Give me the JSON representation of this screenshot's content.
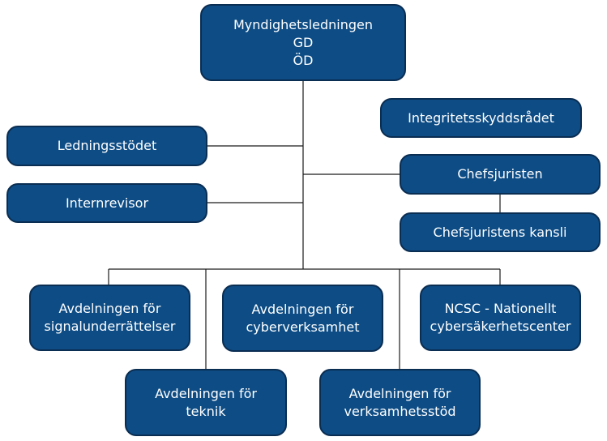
{
  "units": {
    "leadership": {
      "lines": [
        "Myndighetsledningen",
        "GD",
        "ÖD"
      ]
    },
    "integrity_council": {
      "lines": [
        "Integritetsskyddsrådet"
      ]
    },
    "management_support": {
      "lines": [
        "Ledningsstödet"
      ]
    },
    "chief_legal_counsel": {
      "lines": [
        "Chefsjuristen"
      ]
    },
    "internal_auditor": {
      "lines": [
        "Internrevisor"
      ]
    },
    "legal_office": {
      "lines": [
        "Chefsjuristens kansli"
      ]
    },
    "signals_intelligence": {
      "lines": [
        "Avdelningen för",
        "signalunderrättelser"
      ]
    },
    "cyber_operations": {
      "lines": [
        "Avdelningen för",
        "cyberverksamhet"
      ]
    },
    "ncsc": {
      "lines": [
        "NCSC - Nationellt",
        "cybersäkerhetscenter"
      ]
    },
    "technology": {
      "lines": [
        "Avdelningen för",
        "teknik"
      ]
    },
    "operations_support": {
      "lines": [
        "Avdelningen för",
        "verksamhetsstöd"
      ]
    }
  },
  "colors": {
    "box_fill": "#0d4c85",
    "box_border": "#0a2d52",
    "box_text": "#ffffff",
    "connector": "#1a1a1a"
  }
}
